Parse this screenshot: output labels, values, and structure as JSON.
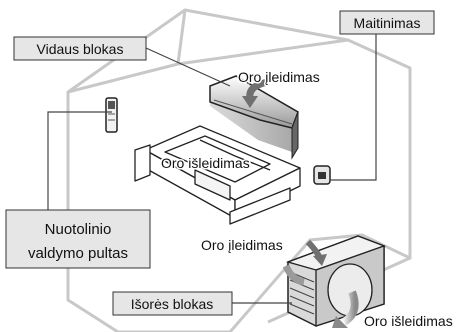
{
  "labels": {
    "indoor_unit": "Vidaus blokas",
    "power_supply": "Maitinimas",
    "remote_line1": "Nuotolinio",
    "remote_line2": "valdymo pultas",
    "outdoor_unit": "Išorės blokas",
    "air_inlet_indoor": "Oro įleidimas",
    "air_outlet_indoor": "Oro išleidimas",
    "air_inlet_outdoor": "Oro įleidimas",
    "air_outlet_outdoor": "Oro išleidimas"
  },
  "colors": {
    "room_outline": "#c8c8c8",
    "label_fill": "#e6e6e6",
    "leader_line": "#444444"
  }
}
